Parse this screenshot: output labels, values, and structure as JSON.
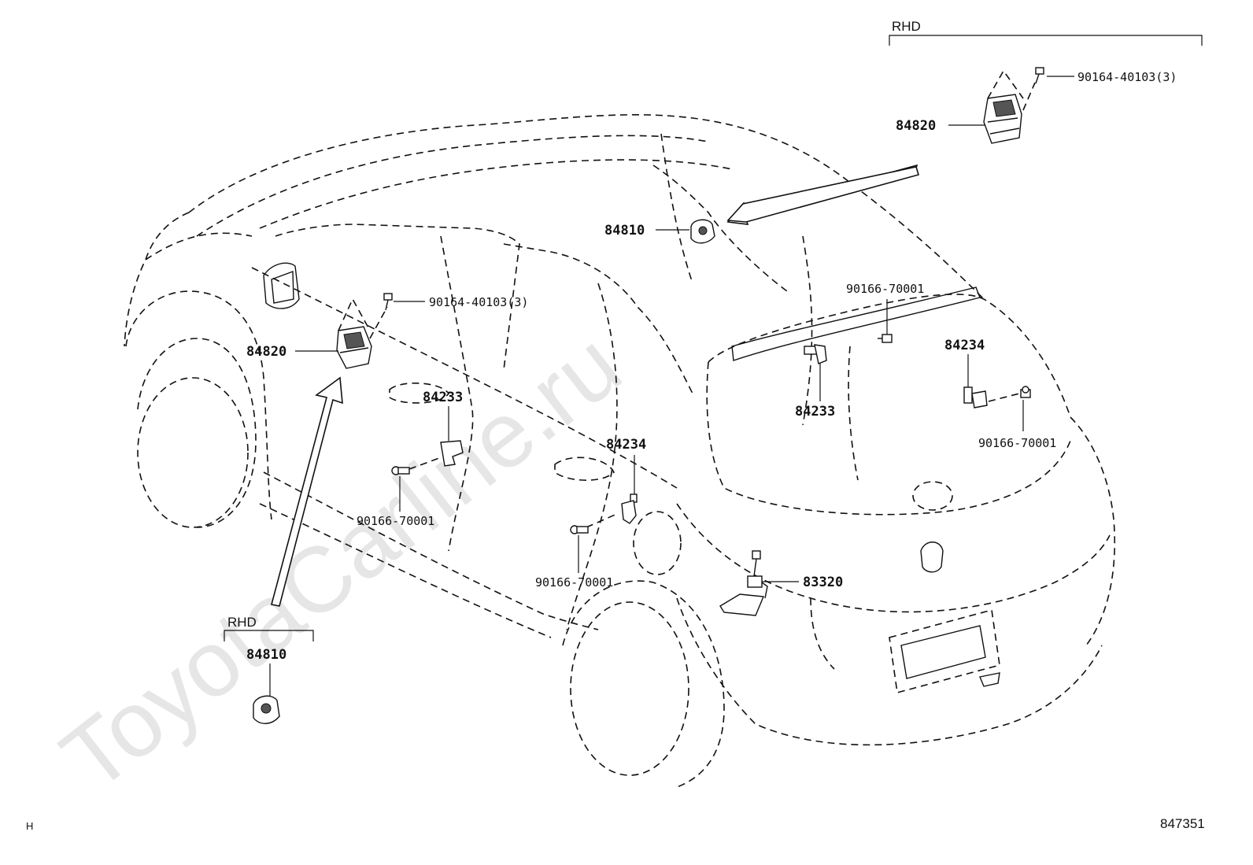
{
  "watermark": "ToyotaCarline.ru",
  "corner_code": "H",
  "figure_number": "847351",
  "groups": {
    "rhd_top": "RHD",
    "rhd_bottom": "RHD"
  },
  "parts": {
    "screw_top": "90164-40103(3)",
    "switch_top": "84820",
    "switch_rear": "84810",
    "screw_tailgate": "90166-70001",
    "switch_tailgate_right": "84234",
    "screw_right": "90166-70001",
    "switch_tailgate_center": "84233",
    "screw_front_door": "90164-40103(3)",
    "switch_front_door": "84820",
    "switch_front_courtesy": "84233",
    "switch_rear_courtesy": "84234",
    "screw_front_courtesy": "90166-70001",
    "screw_rear_courtesy": "90166-70001",
    "sensor_fuel": "83320",
    "switch_bottom": "84810"
  }
}
